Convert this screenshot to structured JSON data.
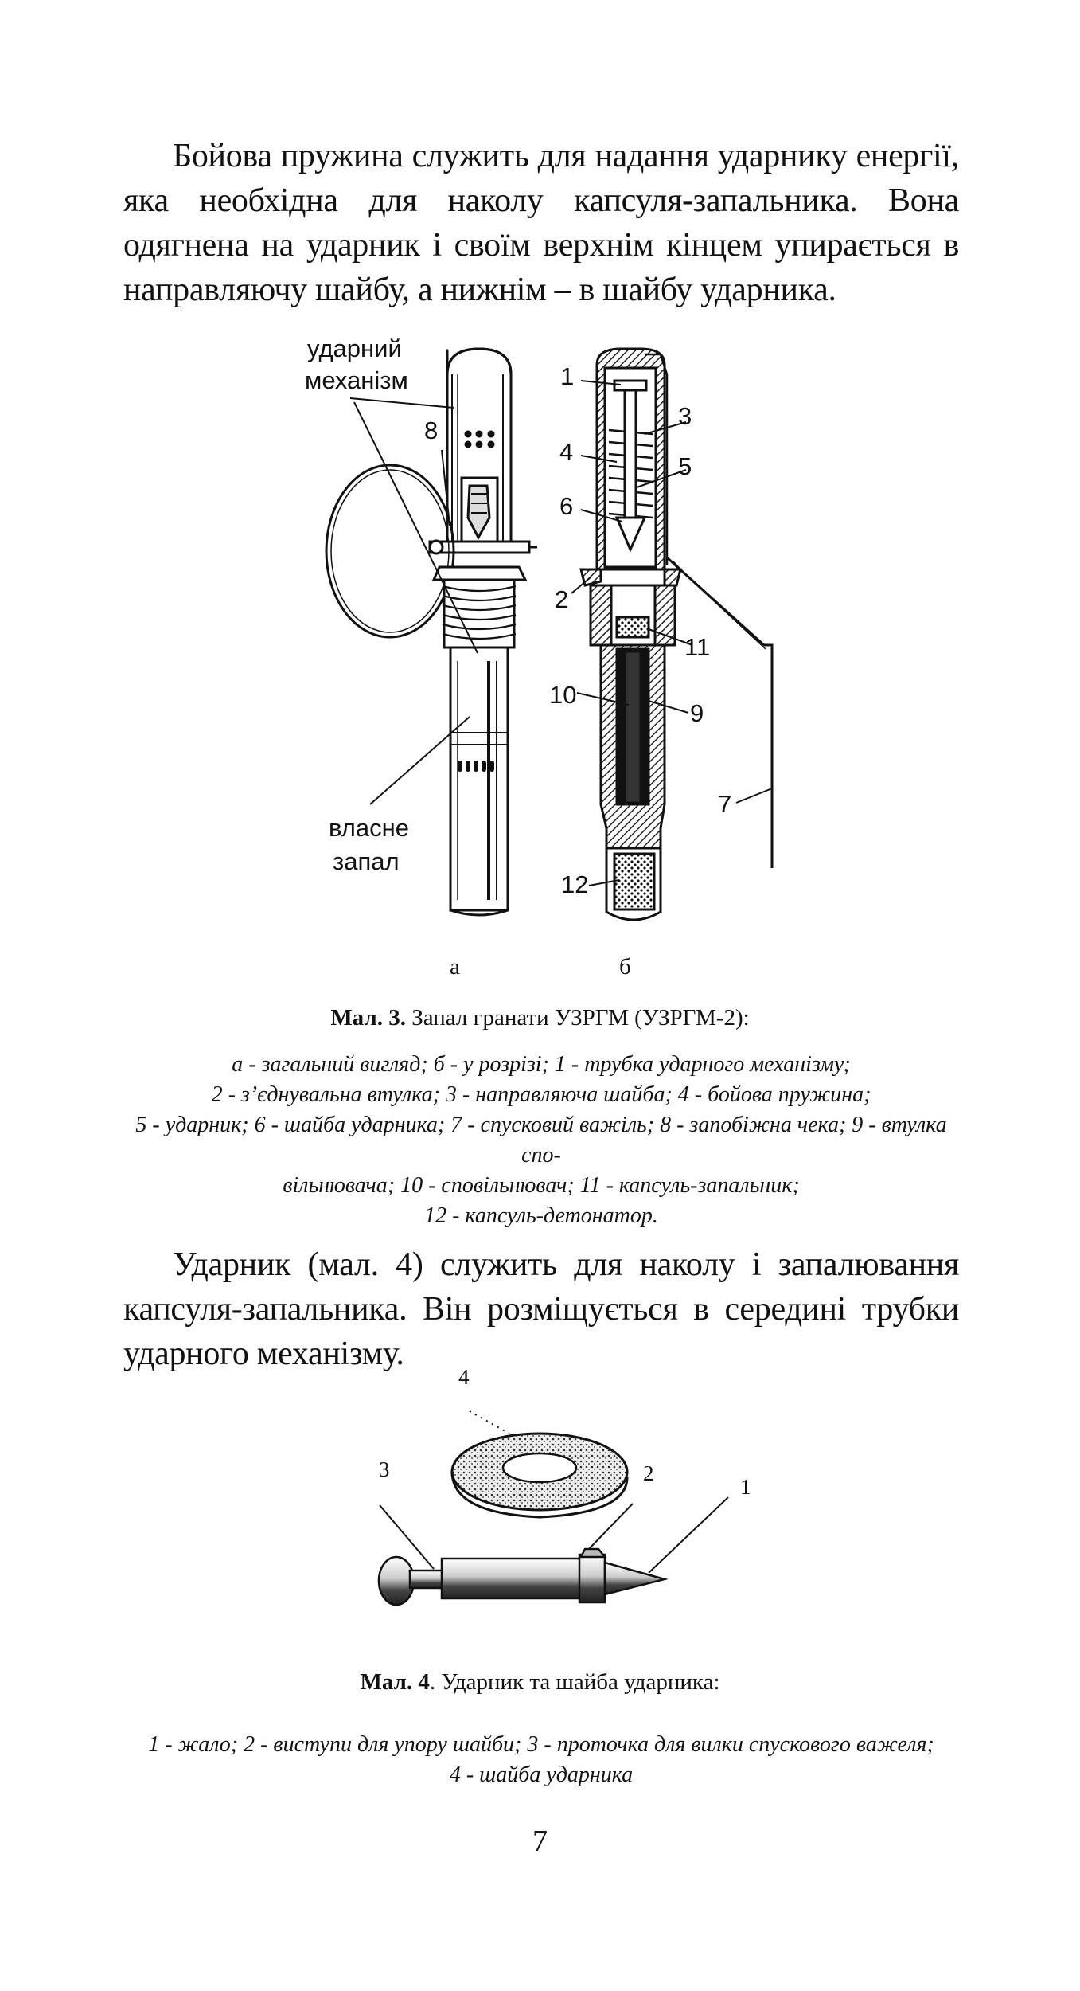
{
  "paragraph1": "Бойова пружина служить для надання ударнику енергії, яка необхідна для наколу капсуля-запальника. Вона одягнена на ударник і своїм верхнім кінцем упирається в направляючу шайбу, а нижнім – в шайбу ударника.",
  "figure3": {
    "label_mechanism": [
      "ударний",
      "механізм"
    ],
    "label_fuze": [
      "власне",
      "запал"
    ],
    "sub_a": "а",
    "sub_b": "б",
    "numbers": [
      "1",
      "2",
      "3",
      "4",
      "5",
      "6",
      "7",
      "8",
      "9",
      "10",
      "11",
      "12"
    ],
    "caption_bold": "Мал. 3.",
    "caption_text": " Запал гранати УЗРГМ (УЗРГМ-2):",
    "legend": [
      "а - загальний вигляд; б - у розрізі; 1 - трубка ударного механізму;",
      "2 - з’єднувальна втулка; 3 - направляюча шайба; 4 - бойова пружина;",
      "5 - ударник; 6 - шайба ударника; 7 - спусковий важіль; 8 - запобіжна чека; 9 - втулка спо-",
      "вільнювача; 10 - сповільнювач; 11 - капсуль-запальник;",
      "12 - капсуль-детонатор."
    ]
  },
  "paragraph2": "Ударник (мал. 4) служить для наколу і запалювання капсуля-запальника. Він розміщується в середині трубки ударного механізму.",
  "figure4": {
    "numbers": [
      "1",
      "2",
      "3",
      "4"
    ],
    "caption_bold": "Мал. 4",
    "caption_text": ". Ударник та шайба ударника:",
    "legend": [
      "1 - жало; 2 - виступи для упору шайби; 3 - проточка для вилки спускового важеля;",
      "4 - шайба ударника"
    ]
  },
  "page_number": "7"
}
